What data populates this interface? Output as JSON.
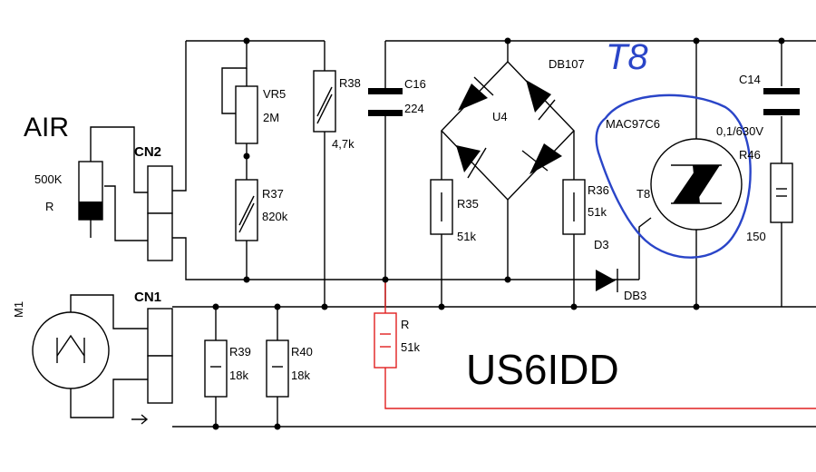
{
  "colors": {
    "wire": "#000000",
    "highlight": "#e02020",
    "annotation": "#2a45c8"
  },
  "labels": {
    "air": "AIR",
    "pot_value": "500K",
    "pot_name": "R",
    "cn2": "CN2",
    "cn1": "CN1",
    "motor": "M1",
    "vr5": "VR5",
    "vr5_value": "2M",
    "r37": "R37",
    "r37_value": "820k",
    "r38": "R38",
    "r38_value": "4,7k",
    "c16": "C16",
    "c16_value": "224",
    "bridge": "DB107",
    "u4": "U4",
    "r35": "R35",
    "r35_value": "51k",
    "r36": "R36",
    "r36_value": "51k",
    "triac_part": "MAC97C6",
    "t8_label": "T8",
    "t8_hand": "T8",
    "d3": "D3",
    "db3": "DB3",
    "c14": "C14",
    "c14_value": "0,1/630V",
    "r46": "R46",
    "r46_value": "150",
    "r39": "R39",
    "r39_value": "18k",
    "r40": "R40",
    "r40_value": "18k",
    "r_new": "R",
    "r_new_value": "51k",
    "author": "US6IDD"
  }
}
